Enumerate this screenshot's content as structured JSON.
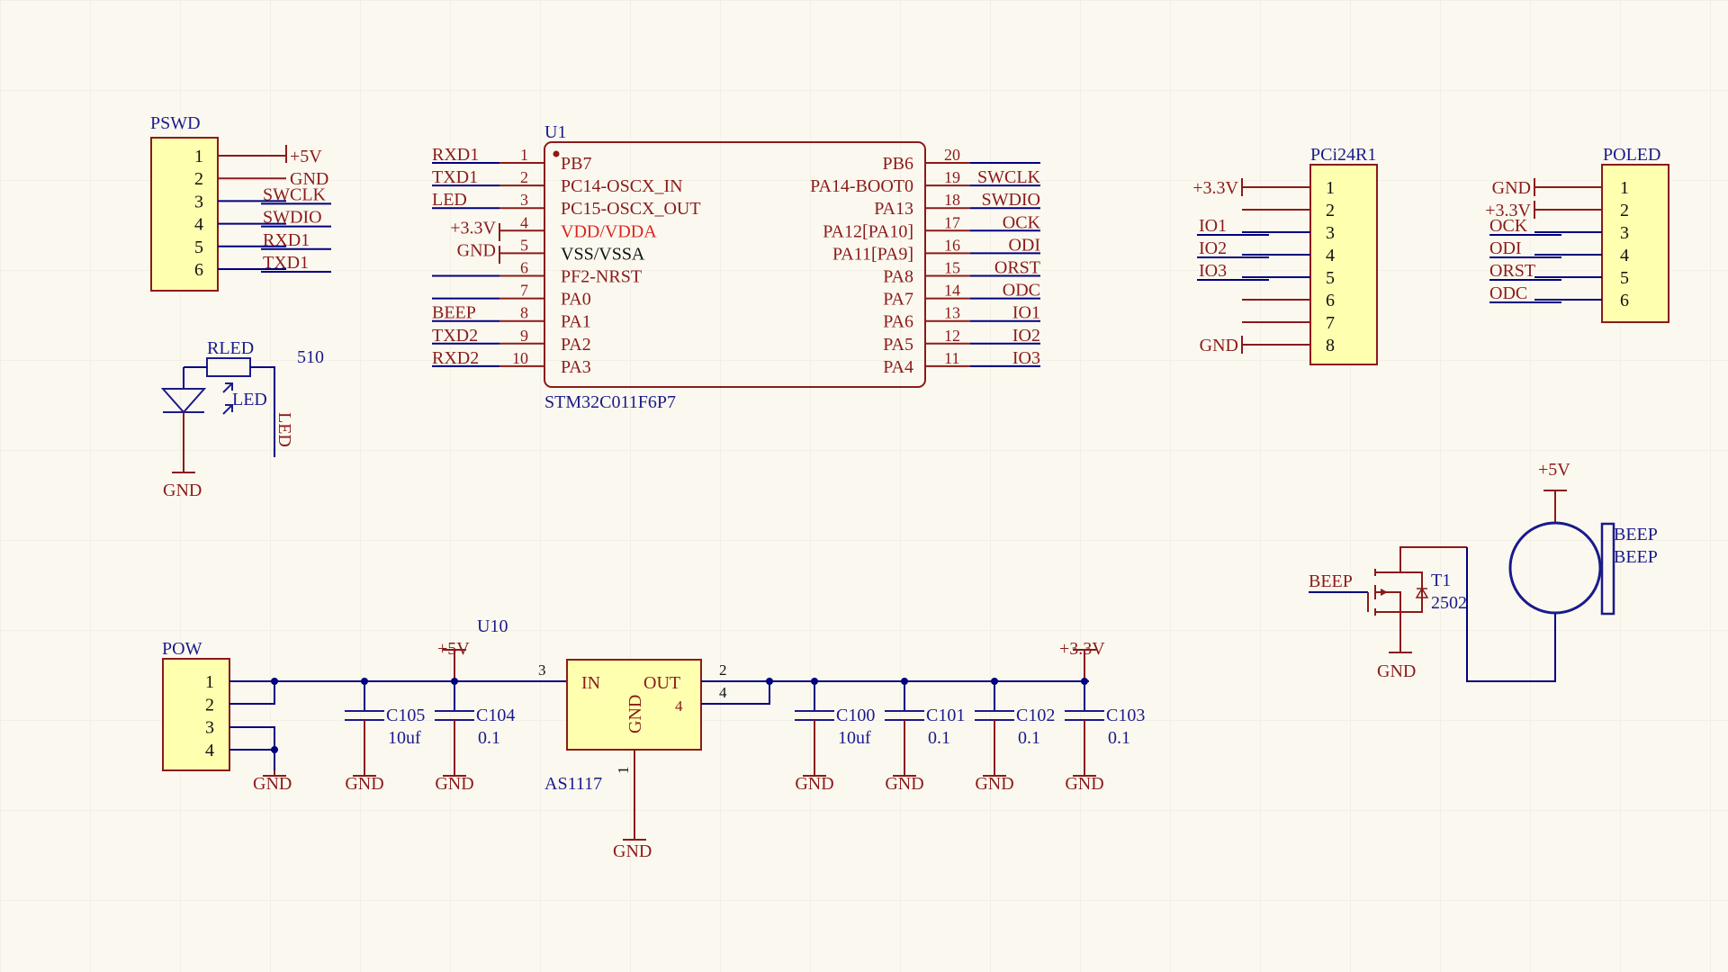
{
  "colors": {
    "background": "#fbf9ef",
    "grid": "#e8e6dc",
    "wire": "#000080",
    "body_stroke": "#8b1a1a",
    "body_fill": "#ffffb0",
    "label": "#8b1a1a",
    "designator": "#1a1a8c",
    "power_pin": "#dd2222",
    "junction": "#000080"
  },
  "pswd": {
    "name": "PSWD",
    "pins": [
      "1",
      "2",
      "3",
      "4",
      "5",
      "6"
    ],
    "nets": [
      "+5V",
      "GND",
      "SWCLK",
      "SWDIO",
      "RXD1",
      "TXD1"
    ]
  },
  "u1": {
    "designator": "U1",
    "part": "STM32C011F6P7",
    "left_pins": [
      {
        "num": "1",
        "name": "PB7",
        "net": "RXD1"
      },
      {
        "num": "2",
        "name": "PC14-OSCX_IN",
        "net": "TXD1"
      },
      {
        "num": "3",
        "name": "PC15-OSCX_OUT",
        "net": "LED"
      },
      {
        "num": "4",
        "name": "VDD/VDDA",
        "net": "+3.3V"
      },
      {
        "num": "5",
        "name": "VSS/VSSA",
        "net": "GND"
      },
      {
        "num": "6",
        "name": "PF2-NRST",
        "net": ""
      },
      {
        "num": "7",
        "name": "PA0",
        "net": ""
      },
      {
        "num": "8",
        "name": "PA1",
        "net": "BEEP"
      },
      {
        "num": "9",
        "name": "PA2",
        "net": "TXD2"
      },
      {
        "num": "10",
        "name": "PA3",
        "net": "RXD2"
      }
    ],
    "right_pins": [
      {
        "num": "20",
        "name": "PB6",
        "net": ""
      },
      {
        "num": "19",
        "name": "PA14-BOOT0",
        "net": "SWCLK"
      },
      {
        "num": "18",
        "name": "PA13",
        "net": "SWDIO"
      },
      {
        "num": "17",
        "name": "PA12[PA10]",
        "net": "OCK"
      },
      {
        "num": "16",
        "name": "PA11[PA9]",
        "net": "ODI"
      },
      {
        "num": "15",
        "name": "PA8",
        "net": "ORST"
      },
      {
        "num": "14",
        "name": "PA7",
        "net": "ODC"
      },
      {
        "num": "13",
        "name": "PA6",
        "net": "IO1"
      },
      {
        "num": "12",
        "name": "PA5",
        "net": "IO2"
      },
      {
        "num": "11",
        "name": "PA4",
        "net": "IO3"
      }
    ]
  },
  "pci24r1": {
    "name": "PCi24R1",
    "pins": [
      "1",
      "2",
      "3",
      "4",
      "5",
      "6",
      "7",
      "8"
    ],
    "nets": [
      "+3.3V",
      "",
      "IO1",
      "IO2",
      "IO3",
      "",
      "",
      "GND"
    ]
  },
  "poled": {
    "name": "POLED",
    "pins": [
      "1",
      "2",
      "3",
      "4",
      "5",
      "6"
    ],
    "nets": [
      "GND",
      "+3.3V",
      "OCK",
      "ODI",
      "ORST",
      "ODC"
    ]
  },
  "led_circuit": {
    "resistor": "RLED",
    "value": "510",
    "led": "LED",
    "net": "LED",
    "gnd": "GND"
  },
  "beep_circuit": {
    "net_in": "BEEP",
    "transistor": "T1",
    "transistor_part": "2502",
    "gnd": "GND",
    "power": "+5V",
    "buzzer_designator": "BEEP",
    "buzzer_comment": "BEEP"
  },
  "power": {
    "connector": "POW",
    "pins": [
      "1",
      "2",
      "3",
      "4"
    ],
    "regulator": "U10",
    "regulator_part": "AS1117",
    "reg_in": "IN",
    "reg_out": "OUT",
    "reg_gnd": "GND",
    "reg_pins": {
      "in": "3",
      "out": "2",
      "tab": "4",
      "gnd": "1"
    },
    "vin": "+5V",
    "vout": "+3.3V",
    "gnd": "GND",
    "caps": [
      {
        "name": "C105",
        "value": "10uf"
      },
      {
        "name": "C104",
        "value": "0.1"
      },
      {
        "name": "C100",
        "value": "10uf"
      },
      {
        "name": "C101",
        "value": "0.1"
      },
      {
        "name": "C102",
        "value": "0.1"
      },
      {
        "name": "C103",
        "value": "0.1"
      }
    ]
  }
}
